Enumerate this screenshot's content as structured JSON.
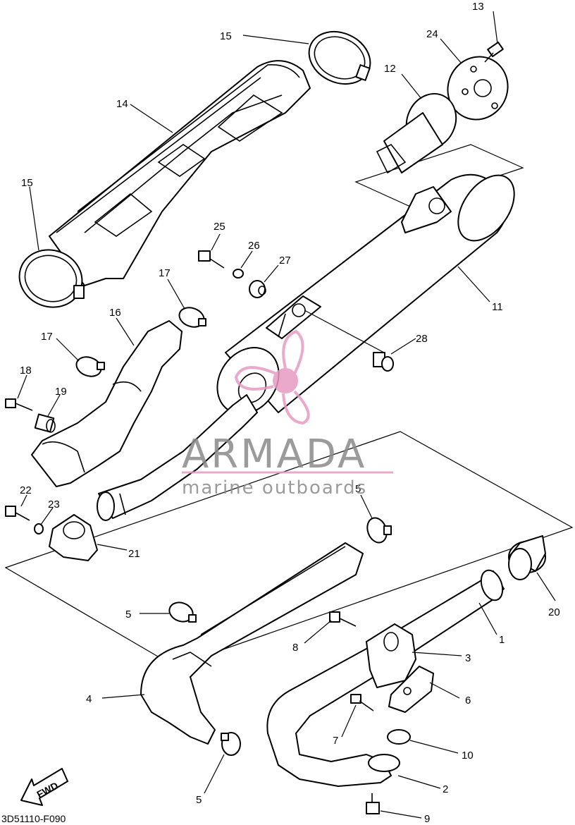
{
  "diagram": {
    "code": "3D51110-F090",
    "fwd_label": "FWD"
  },
  "watermark": {
    "brand": "ARMADA",
    "tagline": "marine outboards",
    "colors": {
      "brand_text": "#8a8a8a",
      "accent": "#e79ac3"
    }
  },
  "callouts": [
    {
      "id": "c13",
      "num": "13"
    },
    {
      "id": "c15a",
      "num": "15"
    },
    {
      "id": "c24",
      "num": "24"
    },
    {
      "id": "c12",
      "num": "12"
    },
    {
      "id": "c14",
      "num": "14"
    },
    {
      "id": "c15b",
      "num": "15"
    },
    {
      "id": "c25",
      "num": "25"
    },
    {
      "id": "c26",
      "num": "26"
    },
    {
      "id": "c27",
      "num": "27"
    },
    {
      "id": "c11",
      "num": "11"
    },
    {
      "id": "c17a",
      "num": "17"
    },
    {
      "id": "c16",
      "num": "16"
    },
    {
      "id": "c17b",
      "num": "17"
    },
    {
      "id": "c28",
      "num": "28"
    },
    {
      "id": "c18",
      "num": "18"
    },
    {
      "id": "c19",
      "num": "19"
    },
    {
      "id": "c22",
      "num": "22"
    },
    {
      "id": "c23",
      "num": "23"
    },
    {
      "id": "c5a",
      "num": "5"
    },
    {
      "id": "c21",
      "num": "21"
    },
    {
      "id": "c20",
      "num": "20"
    },
    {
      "id": "c1",
      "num": "1"
    },
    {
      "id": "c5b",
      "num": "5"
    },
    {
      "id": "c8",
      "num": "8"
    },
    {
      "id": "c3",
      "num": "3"
    },
    {
      "id": "c4",
      "num": "4"
    },
    {
      "id": "c6",
      "num": "6"
    },
    {
      "id": "c7",
      "num": "7"
    },
    {
      "id": "c10",
      "num": "10"
    },
    {
      "id": "c2",
      "num": "2"
    },
    {
      "id": "c5c",
      "num": "5"
    },
    {
      "id": "c9",
      "num": "9"
    }
  ]
}
